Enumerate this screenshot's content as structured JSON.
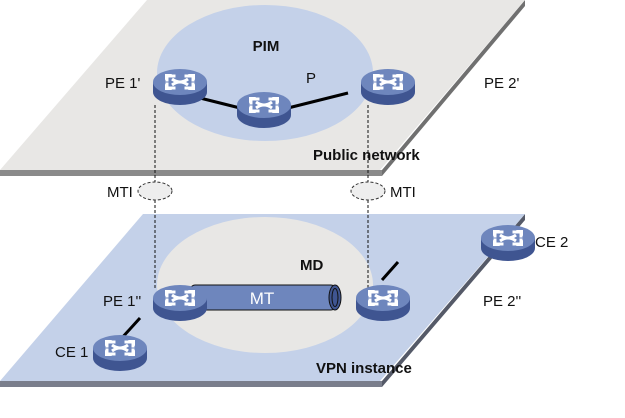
{
  "colors": {
    "public_plane": "#e8e7e5",
    "public_edge": "#8a8a8a",
    "vpn_plane": "#c4d1e9",
    "vpn_edge": "#7a7e8c",
    "pim_ellipse": "#c4d1e9",
    "md_ellipse": "#e8e7e5",
    "router_top": "#6e86bd",
    "router_side": "#3f5591",
    "tunnel": "#6e86bd",
    "mti_fill": "#eeeeee"
  },
  "planes": {
    "public": {
      "label": "Public network",
      "domain_label": "PIM"
    },
    "vpn": {
      "label": "VPN instance",
      "domain_label": "MD"
    }
  },
  "routers": [
    {
      "id": "pe1p",
      "label": "PE 1'",
      "plane": "public"
    },
    {
      "id": "p",
      "label": "P",
      "plane": "public"
    },
    {
      "id": "pe2p",
      "label": "PE 2'",
      "plane": "public"
    },
    {
      "id": "pe1v",
      "label": "PE 1''",
      "plane": "vpn"
    },
    {
      "id": "pe2v",
      "label": "PE 2''",
      "plane": "vpn"
    },
    {
      "id": "ce1",
      "label": "CE 1",
      "plane": "vpn"
    },
    {
      "id": "ce2",
      "label": "CE 2",
      "plane": "vpn"
    }
  ],
  "links": [
    {
      "from": "pe1p",
      "to": "p"
    },
    {
      "from": "p",
      "to": "pe2p"
    },
    {
      "from": "pe1v",
      "to": "ce1"
    },
    {
      "from": "pe2v",
      "to": "ce2"
    }
  ],
  "tunnel": {
    "label": "MT",
    "from": "pe1v",
    "to": "pe2v"
  },
  "mti": [
    {
      "label": "MTI",
      "pe": "PE 1"
    },
    {
      "label": "MTI",
      "pe": "PE 2"
    }
  ]
}
